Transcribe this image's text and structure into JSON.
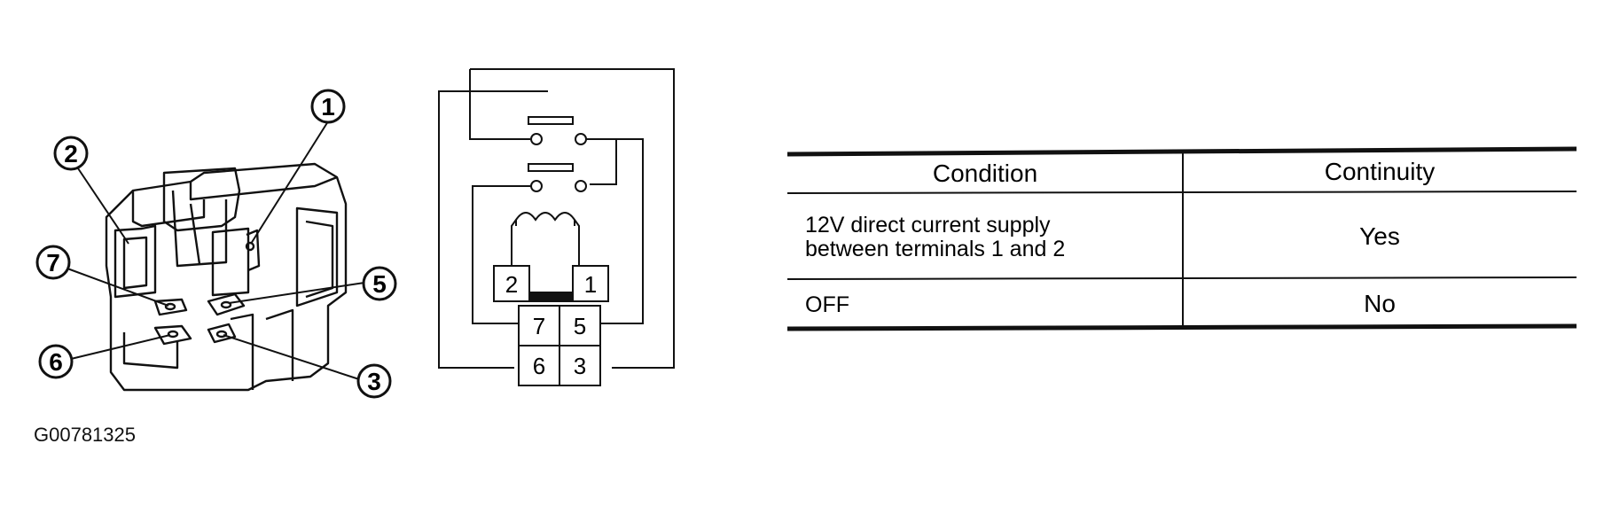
{
  "relay_drawing": {
    "callouts": [
      {
        "num": "1"
      },
      {
        "num": "2"
      },
      {
        "num": "7"
      },
      {
        "num": "5"
      },
      {
        "num": "6"
      },
      {
        "num": "3"
      }
    ]
  },
  "schematic": {
    "coil_terminals": {
      "left": "2",
      "right": "1"
    },
    "lower_terminals": {
      "top_left": "7",
      "top_right": "5",
      "bottom_left": "6",
      "bottom_right": "3"
    }
  },
  "continuity_table": {
    "headers": {
      "condition": "Condition",
      "continuity": "Continuity"
    },
    "rows": [
      {
        "condition_line1": "12V direct current supply",
        "condition_line2": "between terminals 1 and 2",
        "continuity": "Yes"
      },
      {
        "condition_line1": "OFF",
        "condition_line2": "",
        "continuity": "No"
      }
    ]
  },
  "figure_code": "G00781325"
}
